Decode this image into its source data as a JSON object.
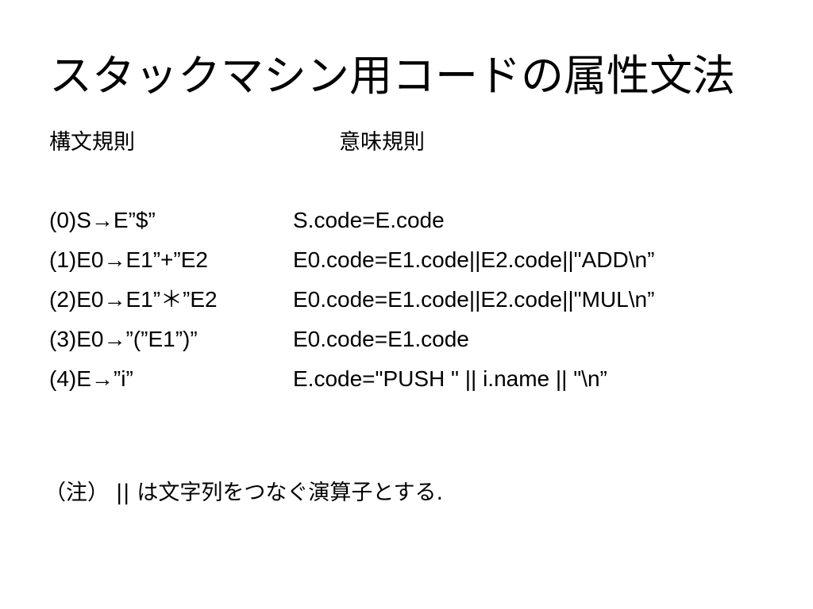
{
  "slide": {
    "title": "スタックマシン用コードの属性文法",
    "headers": {
      "syntax": "構文規則",
      "semantic": "意味規則"
    },
    "rules": [
      {
        "syntax": "(0)S→E”$”",
        "semantic": "S.code=E.code"
      },
      {
        "syntax": "(1)E0→E1”+”E2",
        "semantic": "E0.code=E1.code||E2.code||\"ADD\\n”"
      },
      {
        "syntax": "(2)E0→E1”＊”E2",
        "semantic": "E0.code=E1.code||E2.code||\"MUL\\n”"
      },
      {
        "syntax": "(3)E0→”(”E1”)”",
        "semantic": "E0.code=E1.code"
      },
      {
        "syntax": "(4)E→”i”",
        "semantic": "E.code=\"PUSH \" || i.name || \"\\n”"
      }
    ],
    "note": "（注） ||  は文字列をつなぐ演算子とする."
  }
}
